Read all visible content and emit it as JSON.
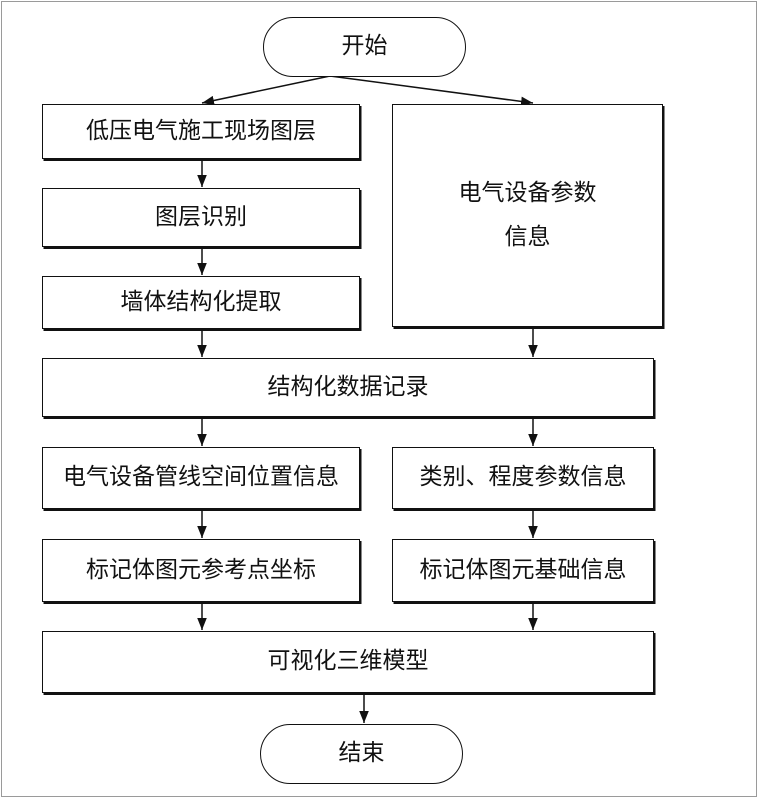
{
  "nodes": {
    "start": "开始",
    "lv_layer": "低压电气施工现场图层",
    "layer_recognition": "图层识别",
    "wall_extraction": "墙体结构化提取",
    "equipment_params_l1": "电气设备参数",
    "equipment_params_l2": "信息",
    "structured_record": "结构化数据记录",
    "pipeline_position": "电气设备管线空间位置信息",
    "category_params": "类别、程度参数信息",
    "ref_coords": "标记体图元参考点坐标",
    "base_info": "标记体图元基础信息",
    "visual_model": "可视化三维模型",
    "end": "结束"
  }
}
